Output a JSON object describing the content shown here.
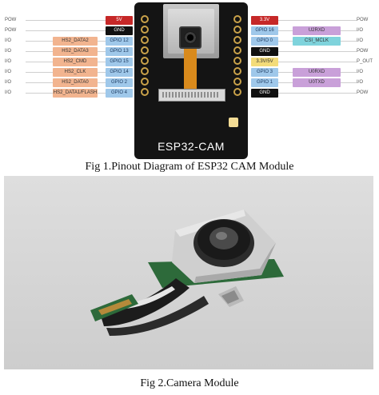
{
  "left_pins": [
    {
      "type": "POW",
      "func": "",
      "gpio": "5V",
      "gpio_color": "#c62828",
      "gpio_text": "#ffffff"
    },
    {
      "type": "POW",
      "func": "",
      "gpio": "GND",
      "gpio_color": "#111111",
      "gpio_text": "#ffffff"
    },
    {
      "type": "I/O",
      "func": "HS2_DATA2",
      "gpio": "GPIO 12"
    },
    {
      "type": "I/O",
      "func": "HS2_DATA3",
      "gpio": "GPIO 13"
    },
    {
      "type": "I/O",
      "func": "HS2_CMD",
      "gpio": "GPIO 15"
    },
    {
      "type": "I/O",
      "func": "HS2_CLK",
      "gpio": "GPIO 14"
    },
    {
      "type": "I/O",
      "func": "HS2_DATA0",
      "gpio": "GPIO 2"
    },
    {
      "type": "I/O",
      "func": "HS2_DATA1/FLASH",
      "gpio": "GPIO 4"
    }
  ],
  "right_pins": [
    {
      "gpio": "3.3V",
      "gpio_color": "#c62828",
      "gpio_text": "#ffffff",
      "func": "",
      "type": "POW"
    },
    {
      "gpio": "GPIO 16",
      "func": "U2RXD",
      "func_color": "#c9a0d9",
      "type": "I/O"
    },
    {
      "gpio": "GPIO 0",
      "func": "CSI_MCLK",
      "func_color": "#7fd3dc",
      "type": "I/O"
    },
    {
      "gpio": "GND",
      "gpio_color": "#111111",
      "gpio_text": "#ffffff",
      "func": "",
      "type": "POW"
    },
    {
      "gpio": "3.3V/5V",
      "gpio_color": "#f3dc7a",
      "gpio_text": "#333333",
      "func": "",
      "type": "P_OUT"
    },
    {
      "gpio": "GPIO 3",
      "func": "U0RXD",
      "func_color": "#c9a0d9",
      "type": "I/O"
    },
    {
      "gpio": "GPIO 1",
      "func": "U0TXD",
      "func_color": "#c9a0d9",
      "type": "I/O"
    },
    {
      "gpio": "GND",
      "gpio_color": "#111111",
      "gpio_text": "#ffffff",
      "func": "",
      "type": "POW"
    }
  ],
  "colors": {
    "func_box": "#f2b48f",
    "gpio_box": "#9fc8ea",
    "board": "#141414",
    "header_ring": "#c9a24a"
  },
  "board_label": "ESP32-CAM",
  "fig1_caption": "Fig 1.Pinout Diagram of ESP32 CAM Module",
  "fig2_caption": "Fig 2.Camera Module"
}
